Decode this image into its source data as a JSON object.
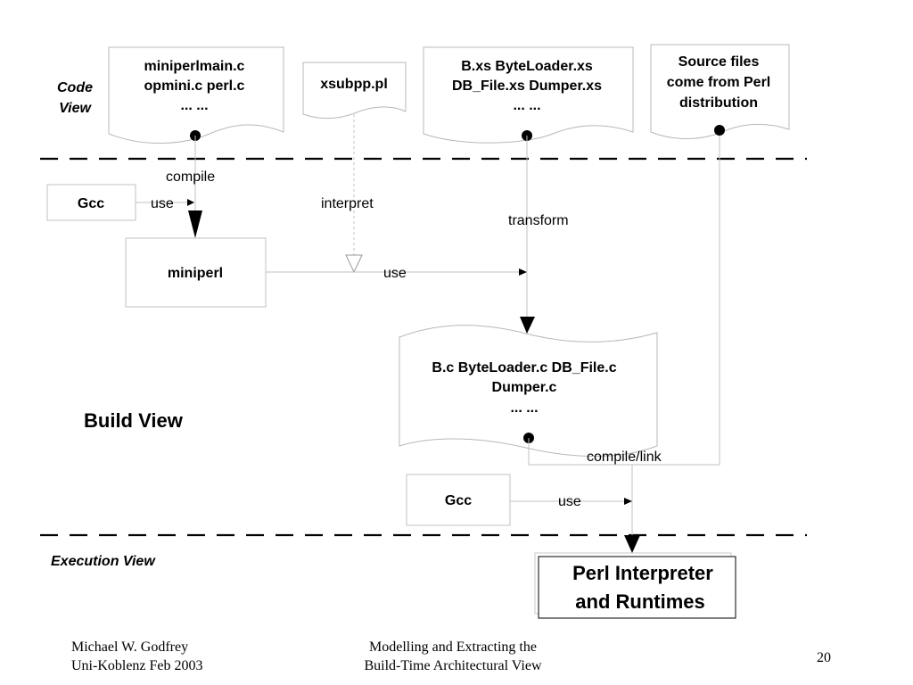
{
  "views": {
    "code": [
      "Code",
      "View"
    ],
    "build": "Build View",
    "execution": "Execution View"
  },
  "documents": {
    "miniperl_sources": [
      "miniperlmain.c",
      "opmini.c perl.c",
      "... ..."
    ],
    "xsubpp": [
      "xsubpp.pl"
    ],
    "xs_files": [
      "B.xs ByteLoader.xs",
      "DB_File.xs Dumper.xs",
      "... ..."
    ],
    "perl_distribution": [
      "Source files",
      "come from Perl",
      "distribution"
    ],
    "generated_c": [
      "B.c ByteLoader.c DB_File.c",
      "Dumper.c",
      "... ..."
    ]
  },
  "boxes": {
    "gcc_top": "Gcc",
    "miniperl": "miniperl",
    "gcc_bottom": "Gcc",
    "perl_interpreter": [
      "Perl Interpreter",
      "and Runtimes"
    ]
  },
  "edge_labels": {
    "compile": "compile",
    "use_gcc_top": "use",
    "interpret": "interpret",
    "use_miniperl": "use",
    "transform": "transform",
    "compile_link": "compile/link",
    "use_gcc_bottom": "use"
  },
  "footer": {
    "author": "Michael W. Godfrey",
    "venue": "Uni-Koblenz Feb 2003",
    "title_line1": "Modelling and Extracting the",
    "title_line2": "Build-Time Architectural View",
    "page_number": "20"
  }
}
